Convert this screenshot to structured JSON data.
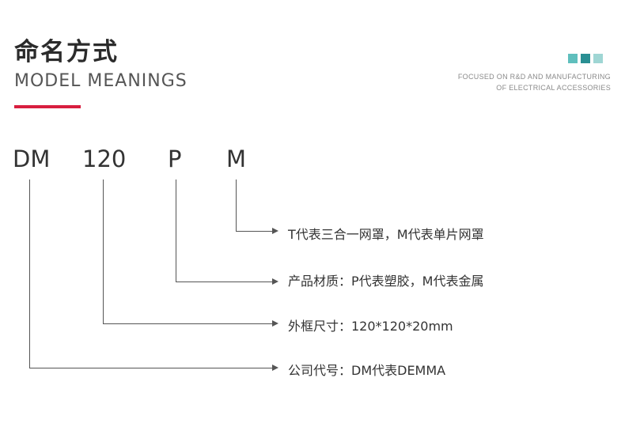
{
  "header": {
    "title_cn": "命名方式",
    "title_en": "MODEL MEANINGS",
    "tagline_line1": "FOCUSED ON R&D AND MANUFACTURING",
    "tagline_line2": "OF ELECTRICAL ACCESSORIES"
  },
  "colors": {
    "accent": "#d81e3f",
    "square_1": "#5fbfbd",
    "square_2": "#2a8f93",
    "square_3": "#9fd6d4"
  },
  "model_code": {
    "segments": [
      "DM",
      "120",
      "P",
      "M"
    ]
  },
  "descriptions": {
    "m_segment": "T代表三合一网罩，M代表单片网罩",
    "p_segment": "产品材质：P代表塑胶，M代表金属",
    "size_segment": "外框尺寸：120*120*20mm",
    "company_segment": "公司代号：DM代表DEMMA"
  }
}
